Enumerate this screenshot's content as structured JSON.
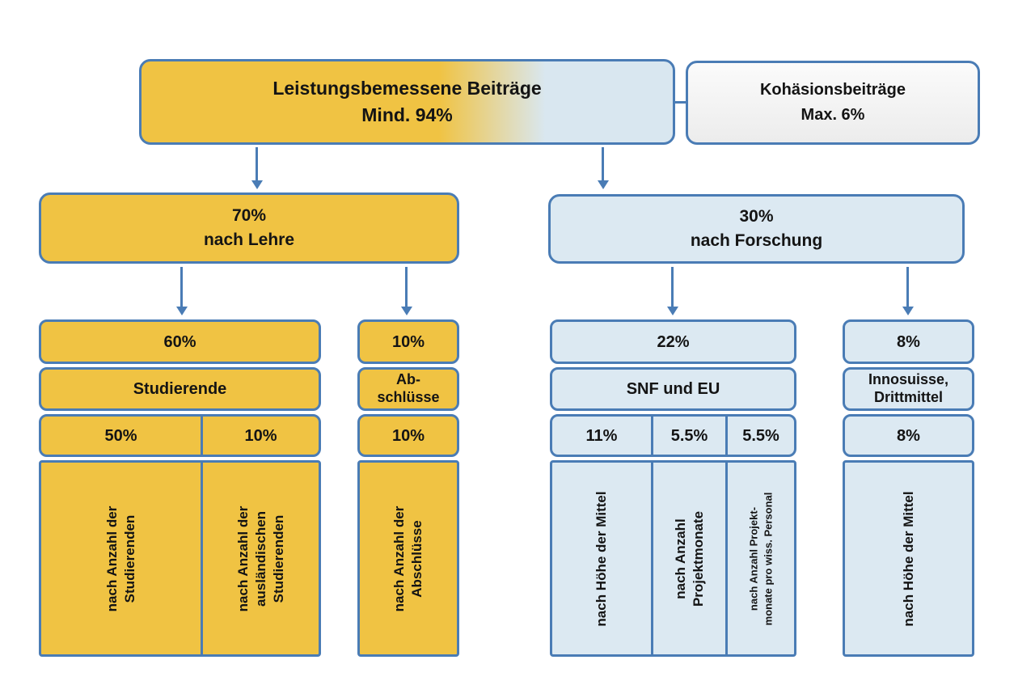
{
  "colors": {
    "yellow_fill": "#F0C343",
    "light_blue_fill": "#DCE9F2",
    "gray_fill": "#F2F2F2",
    "border_blue": "#4A7CB5",
    "arrow_blue": "#4A7CB5",
    "text": "#141414"
  },
  "root": {
    "performance": {
      "title": "Leistungsbemessene Beiträge",
      "subtitle": "Mind. 94%"
    },
    "cohesion": {
      "title": "Kohäsionsbeiträge",
      "subtitle": "Max. 6%"
    }
  },
  "branches": {
    "lehre": {
      "pct": "70%",
      "label": "nach Lehre"
    },
    "forschung": {
      "pct": "30%",
      "label": "nach Forschung"
    }
  },
  "columns": {
    "studierende": {
      "pct": "60%",
      "label": "Studierende",
      "cells": [
        {
          "pct": "50%",
          "criterion": "nach Anzahl der\nStudierenden"
        },
        {
          "pct": "10%",
          "criterion": "nach Anzahl der\nausländischen\nStudierenden"
        }
      ]
    },
    "abschluesse": {
      "pct": "10%",
      "label": "Ab-\nschlüsse",
      "cells": [
        {
          "pct": "10%",
          "criterion": "nach Anzahl der\nAbschlüsse"
        }
      ]
    },
    "snf_eu": {
      "pct": "22%",
      "label": "SNF und EU",
      "cells": [
        {
          "pct": "11%",
          "criterion": "nach Höhe der Mittel"
        },
        {
          "pct": "5.5%",
          "criterion": "nach Anzahl\nProjektmonate"
        },
        {
          "pct": "5.5%",
          "criterion": "nach Anzahl Projekt-\nmonate pro wiss. Personal"
        }
      ]
    },
    "innosuisse": {
      "pct": "8%",
      "label": "Innosuisse,\nDrittmittel",
      "cells": [
        {
          "pct": "8%",
          "criterion": "nach Höhe der Mittel"
        }
      ]
    }
  }
}
